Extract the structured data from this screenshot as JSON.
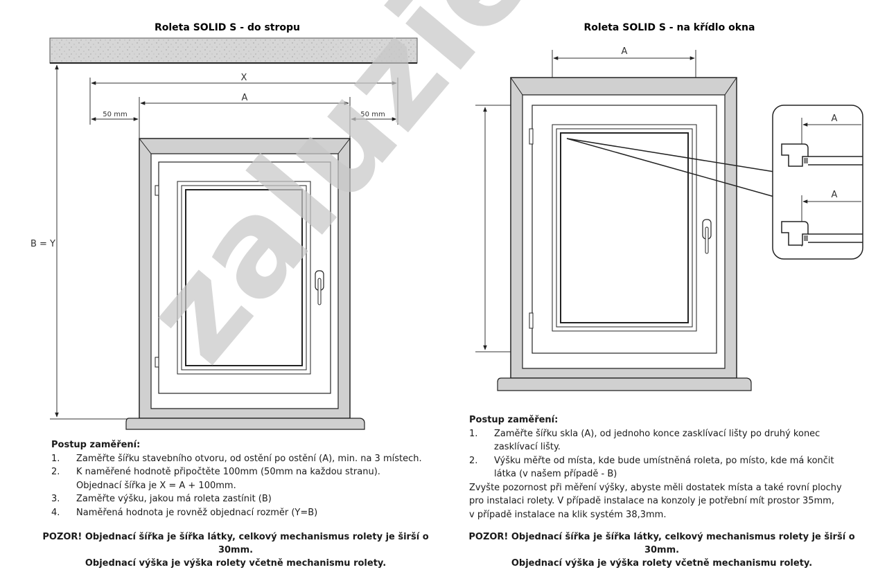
{
  "left": {
    "title": "Roleta SOLID S - do stropu",
    "dims": {
      "x": "X",
      "a": "A",
      "margin_left": "50 mm",
      "margin_right": "50 mm",
      "height": "B = Y"
    },
    "procedure_title": "Postup zaměření:",
    "steps": [
      {
        "n": "1.",
        "lines": [
          "Zaměřte šířku stavebního otvoru, od ostění po ostění (A), min. na 3 místech."
        ]
      },
      {
        "n": "2.",
        "lines": [
          "K naměřené hodnotě připočtěte 100mm (50mm na každou stranu).",
          "Objednací šířka je X = A + 100mm."
        ]
      },
      {
        "n": "3.",
        "lines": [
          "Zaměřte výšku, jakou má roleta zastínit (B)"
        ]
      },
      {
        "n": "4.",
        "lines": [
          "Naměřená hodnota je rovněž objednací rozměr (Y=B)"
        ]
      }
    ],
    "warning": [
      "POZOR! Objednací šířka je šířka látky, celkový mechanismus rolety je širší o 30mm.",
      "Objednací výška je výška rolety včetně mechanismu rolety."
    ]
  },
  "right": {
    "title": "Roleta SOLID S - na křídlo okna",
    "dims": {
      "a": "A",
      "detail_top": "A",
      "detail_bottom": "A"
    },
    "procedure_title": "Postup zaměření:",
    "steps": [
      {
        "n": "1.",
        "lines": [
          "Zaměřte šířku skla (A), od jednoho konce zasklívací lišty po druhý konec",
          "zasklívací lišty."
        ]
      },
      {
        "n": "2.",
        "lines": [
          "Výšku měřte od místa, kde bude umístněná roleta, po místo, kde má končit",
          "látka (v našem případě - B)"
        ]
      }
    ],
    "note": [
      "Zvyšte pozornost při měření výšky, abyste měli dostatek místa a také rovní plochy",
      "pro instalaci rolety. V případě instalace na konzoly je potřební mít prostor 35mm,",
      "v případě instalace na klik systém 38,3mm."
    ],
    "warning": [
      "POZOR! Objednací šířka je šířka látky, celkový mechanismus rolety je širší o 30mm.",
      "Objednací výška je výška rolety včetně mechanismu rolety."
    ]
  },
  "watermark": "zaluzie",
  "colors": {
    "frame_fill": "#d2d2d2",
    "ceiling_fill": "#d4d4d4",
    "line": "#222222",
    "watermark": "#c8c8c8"
  }
}
